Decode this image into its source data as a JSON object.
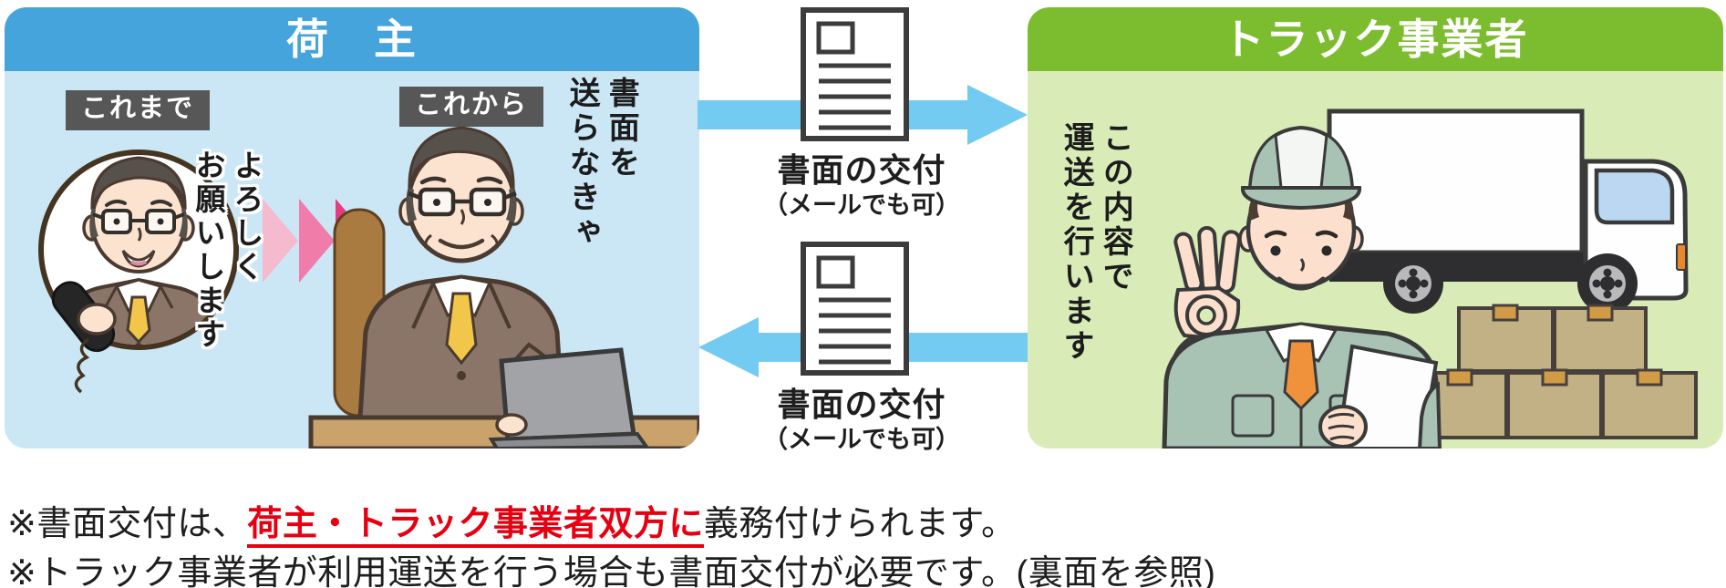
{
  "colors": {
    "shipper_header": "#45a4dc",
    "shipper_body": "#cbe7f6",
    "carrier_header": "#7cbd2f",
    "carrier_body": "#d9ecb8",
    "arrow_blue": "#74cbf2",
    "badge_gray": "#575757",
    "note_red": "#e60012",
    "chevron_pinks": [
      "#f6bace",
      "#f07ca9",
      "#e73c80"
    ]
  },
  "icons": {
    "document": "document-icon",
    "forward_chevrons": "triple-chevron-right-icon",
    "arrow_right": "arrow-right-icon",
    "arrow_left": "arrow-left-icon"
  },
  "shipper_panel": {
    "title": "荷　主",
    "badge_before": "これまで",
    "badge_after": "これから",
    "phone_speech": {
      "col_right": "よろしく",
      "col_left": "お願いします"
    },
    "thought": {
      "col_right": "書面を",
      "col_left": "送らなきゃ"
    }
  },
  "carrier_panel": {
    "title": "トラック事業者",
    "speech": {
      "col_right": "この内容で",
      "col_left": "運送を行います"
    }
  },
  "exchange": {
    "to_carrier": {
      "label": "書面の交付",
      "sublabel": "（メールでも可）"
    },
    "to_shipper": {
      "label": "書面の交付",
      "sublabel": "（メールでも可）"
    }
  },
  "notes": [
    {
      "prefix": "※書面交付は、",
      "highlight": "荷主・トラック事業者双方に",
      "suffix": "義務付けられます。"
    },
    {
      "text": "※トラック事業者が利用運送を行う場合も書面交付が必要です。(裏面を参照)"
    }
  ]
}
